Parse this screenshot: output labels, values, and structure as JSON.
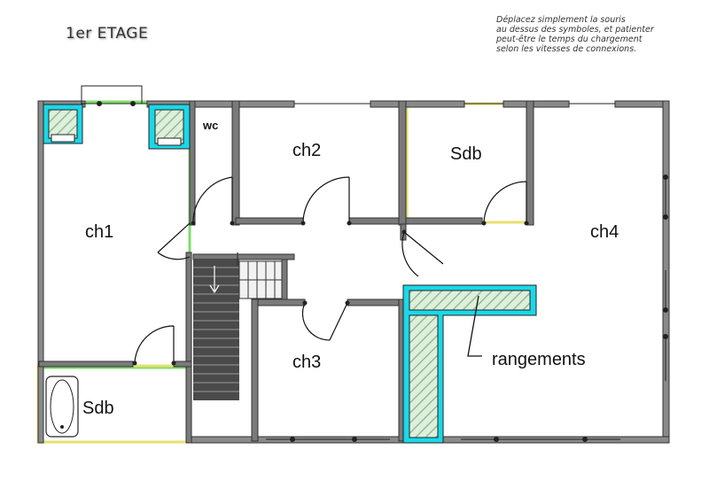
{
  "header": {
    "floor_title": "1er ETAGE",
    "instructions": [
      "Déplacez simplement la souris",
      "au dessus des symboles, et patienter",
      "peut-être le temps du chargement",
      "selon les vitesses de connexions."
    ]
  },
  "rooms": {
    "ch1": "ch1",
    "ch2": "ch2",
    "ch3": "ch3",
    "ch4": "ch4",
    "sdb_top": "Sdb",
    "sdb_bottom": "Sdb",
    "wc": "wc",
    "rangements": "rangements"
  },
  "colors": {
    "wall": "#7a7a7a",
    "wall_dark": "#3a3a3a",
    "highlight_green": "#7fdc6a",
    "highlight_yellow": "#e8e070",
    "highlight_cyan": "#1ad8e8",
    "hatch": "#8fbf8f"
  },
  "icons": {
    "bathtub": "bathtub-icon",
    "staircase": "staircase-icon",
    "closet": "closet-hatch-icon"
  }
}
